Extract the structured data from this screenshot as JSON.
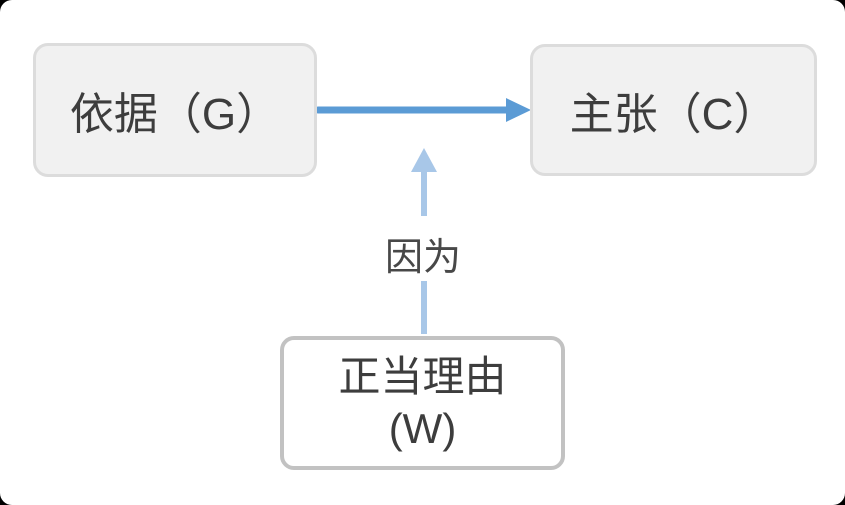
{
  "nodes": {
    "grounds": {
      "label": "依据（G）"
    },
    "claim": {
      "label": "主张（C）"
    },
    "warrant": {
      "line1": "正当理由",
      "line2": "(W)"
    }
  },
  "edges": {
    "grounds_to_claim": {
      "color": "#5b9bd5"
    },
    "warrant_to_main": {
      "label": "因为",
      "color": "#a8c7e8"
    }
  },
  "colors": {
    "canvas_background": "#ffffff",
    "node_fill": "#f1f1f1",
    "node_border": "#dcdcdc",
    "warrant_fill": "#ffffff",
    "warrant_border": "#c2c2c2",
    "text": "#3d3d3d"
  }
}
